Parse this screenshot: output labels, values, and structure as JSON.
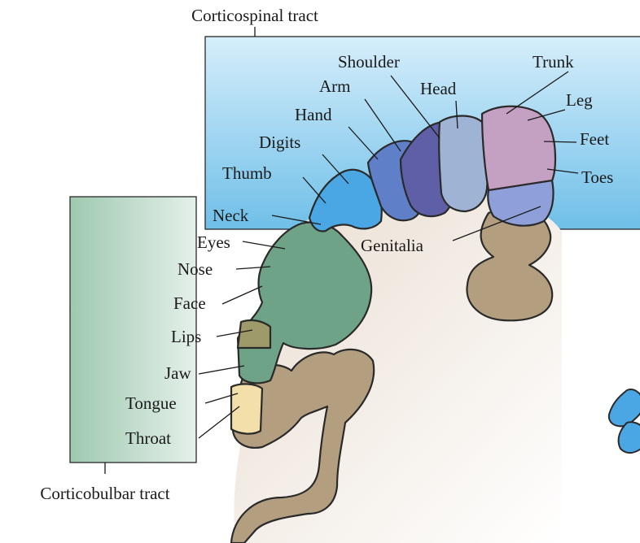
{
  "colors": {
    "spinal_box_top": "#d6eefb",
    "spinal_box_bottom": "#6fbfe8",
    "bulbar_box_left": "#9fc9b0",
    "bulbar_box_right": "#e4f0ea",
    "white_matter": "#ece3d9",
    "gray_matter": "#b39f80",
    "thumb_digits": "#4aa7e3",
    "hand_arm": "#5f80c8",
    "shoulder": "#5e5fa6",
    "head": "#9fb4d4",
    "trunk_leg": "#c4a0c2",
    "feet_toes": "#b990c0",
    "genitalia": "#8e9fd9",
    "face_region": "#6fa387",
    "lips": "#9e9a6a",
    "throat": "#f2dfaa",
    "fingers_icon": "#4aa7e3"
  },
  "tracts": {
    "spinal": "Corticospinal tract",
    "bulbar": "Corticobulbar tract"
  },
  "labels": {
    "shoulder": "Shoulder",
    "trunk": "Trunk",
    "arm": "Arm",
    "head": "Head",
    "leg": "Leg",
    "hand": "Hand",
    "digits": "Digits",
    "feet": "Feet",
    "thumb": "Thumb",
    "toes": "Toes",
    "neck": "Neck",
    "eyes": "Eyes",
    "genitalia": "Genitalia",
    "nose": "Nose",
    "face": "Face",
    "lips": "Lips",
    "jaw": "Jaw",
    "tongue": "Tongue",
    "throat": "Throat"
  },
  "icons": [
    "fingers-icon"
  ]
}
